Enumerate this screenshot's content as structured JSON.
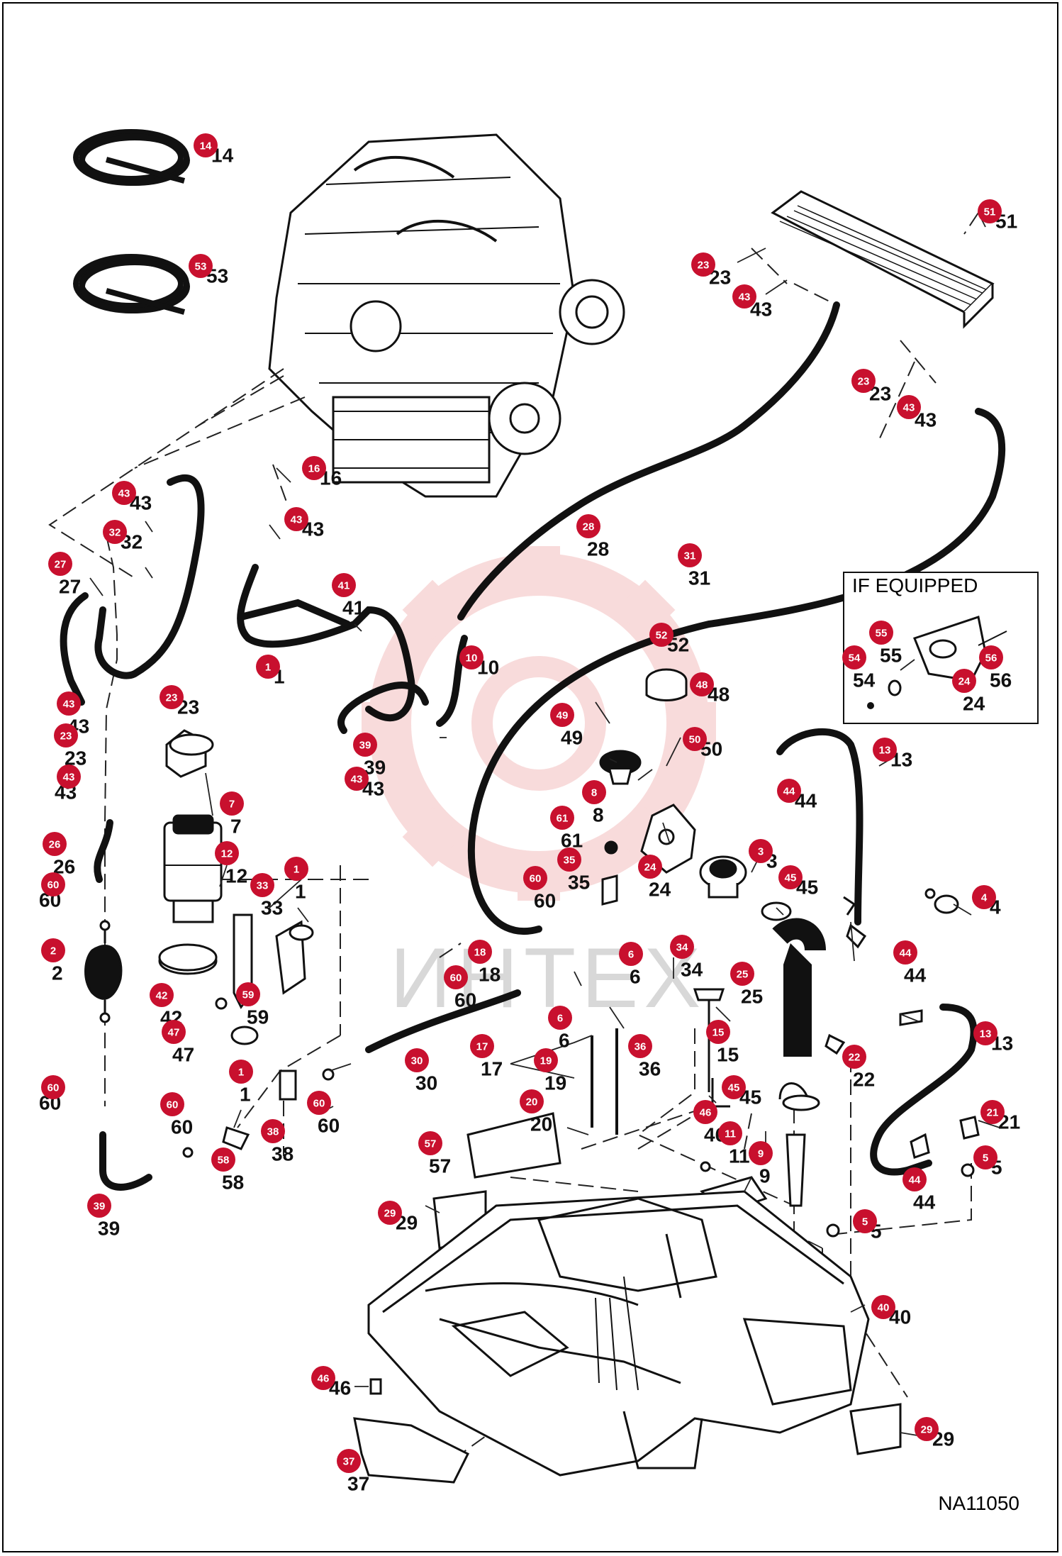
{
  "diagram": {
    "code": "NA11050",
    "inset_title": "IF EQUIPPED",
    "watermark": "ИНТЕХ",
    "colors": {
      "badge": "#c8102e",
      "hose": "#111111",
      "line": "#222222",
      "watermark": "#f2c4c4"
    },
    "callouts": [
      {
        "id": "c14",
        "num": "14"
      },
      {
        "id": "c53",
        "num": "53"
      },
      {
        "id": "c51",
        "num": "51"
      },
      {
        "id": "c23a",
        "num": "23"
      },
      {
        "id": "c43a",
        "num": "43"
      },
      {
        "id": "c23b",
        "num": "23"
      },
      {
        "id": "c43b",
        "num": "43"
      },
      {
        "id": "c16",
        "num": "16"
      },
      {
        "id": "c43c",
        "num": "43"
      },
      {
        "id": "c43d",
        "num": "43"
      },
      {
        "id": "c32",
        "num": "32"
      },
      {
        "id": "c27",
        "num": "27"
      },
      {
        "id": "c28",
        "num": "28"
      },
      {
        "id": "c31",
        "num": "31"
      },
      {
        "id": "c41",
        "num": "41"
      },
      {
        "id": "c1a",
        "num": "1"
      },
      {
        "id": "c10",
        "num": "10"
      },
      {
        "id": "c39a",
        "num": "39"
      },
      {
        "id": "c43e",
        "num": "43"
      },
      {
        "id": "c52",
        "num": "52"
      },
      {
        "id": "c48",
        "num": "48"
      },
      {
        "id": "c49",
        "num": "49"
      },
      {
        "id": "c50",
        "num": "50"
      },
      {
        "id": "c8",
        "num": "8"
      },
      {
        "id": "c61",
        "num": "61"
      },
      {
        "id": "c35",
        "num": "35"
      },
      {
        "id": "c24a",
        "num": "24"
      },
      {
        "id": "c3",
        "num": "3"
      },
      {
        "id": "c45a",
        "num": "45"
      },
      {
        "id": "c60a",
        "num": "60"
      },
      {
        "id": "c44a",
        "num": "44"
      },
      {
        "id": "c13a",
        "num": "13"
      },
      {
        "id": "c43f",
        "num": "43"
      },
      {
        "id": "c23c",
        "num": "23"
      },
      {
        "id": "c23d",
        "num": "23"
      },
      {
        "id": "c43g",
        "num": "43"
      },
      {
        "id": "c7",
        "num": "7"
      },
      {
        "id": "c12",
        "num": "12"
      },
      {
        "id": "c26",
        "num": "26"
      },
      {
        "id": "c60b",
        "num": "60"
      },
      {
        "id": "c33",
        "num": "33"
      },
      {
        "id": "c1b",
        "num": "1"
      },
      {
        "id": "c2",
        "num": "2"
      },
      {
        "id": "c42",
        "num": "42"
      },
      {
        "id": "c59",
        "num": "59"
      },
      {
        "id": "c47",
        "num": "47"
      },
      {
        "id": "c1c",
        "num": "1"
      },
      {
        "id": "c18",
        "num": "18"
      },
      {
        "id": "c60c",
        "num": "60"
      },
      {
        "id": "c6a",
        "num": "6"
      },
      {
        "id": "c34",
        "num": "34"
      },
      {
        "id": "c6b",
        "num": "6"
      },
      {
        "id": "c25",
        "num": "25"
      },
      {
        "id": "c4",
        "num": "4"
      },
      {
        "id": "c44b",
        "num": "44"
      },
      {
        "id": "c30",
        "num": "30"
      },
      {
        "id": "c17",
        "num": "17"
      },
      {
        "id": "c19",
        "num": "19"
      },
      {
        "id": "c36",
        "num": "36"
      },
      {
        "id": "c15",
        "num": "15"
      },
      {
        "id": "c20",
        "num": "20"
      },
      {
        "id": "c22",
        "num": "22"
      },
      {
        "id": "c13b",
        "num": "13"
      },
      {
        "id": "c60d",
        "num": "60"
      },
      {
        "id": "c60e",
        "num": "60"
      },
      {
        "id": "c60f",
        "num": "60"
      },
      {
        "id": "c38",
        "num": "38"
      },
      {
        "id": "c58",
        "num": "58"
      },
      {
        "id": "c39b",
        "num": "39"
      },
      {
        "id": "c57",
        "num": "57"
      },
      {
        "id": "c45b",
        "num": "45"
      },
      {
        "id": "c46a",
        "num": "46"
      },
      {
        "id": "c11",
        "num": "11"
      },
      {
        "id": "c9",
        "num": "9"
      },
      {
        "id": "c21",
        "num": "21"
      },
      {
        "id": "c5a",
        "num": "5"
      },
      {
        "id": "c44c",
        "num": "44"
      },
      {
        "id": "c29a",
        "num": "29"
      },
      {
        "id": "c5b",
        "num": "5"
      },
      {
        "id": "c40",
        "num": "40"
      },
      {
        "id": "c46b",
        "num": "46"
      },
      {
        "id": "c37",
        "num": "37"
      },
      {
        "id": "c29b",
        "num": "29"
      },
      {
        "id": "c55",
        "num": "55"
      },
      {
        "id": "c54",
        "num": "54"
      },
      {
        "id": "c56",
        "num": "56"
      },
      {
        "id": "c24b",
        "num": "24"
      }
    ]
  }
}
